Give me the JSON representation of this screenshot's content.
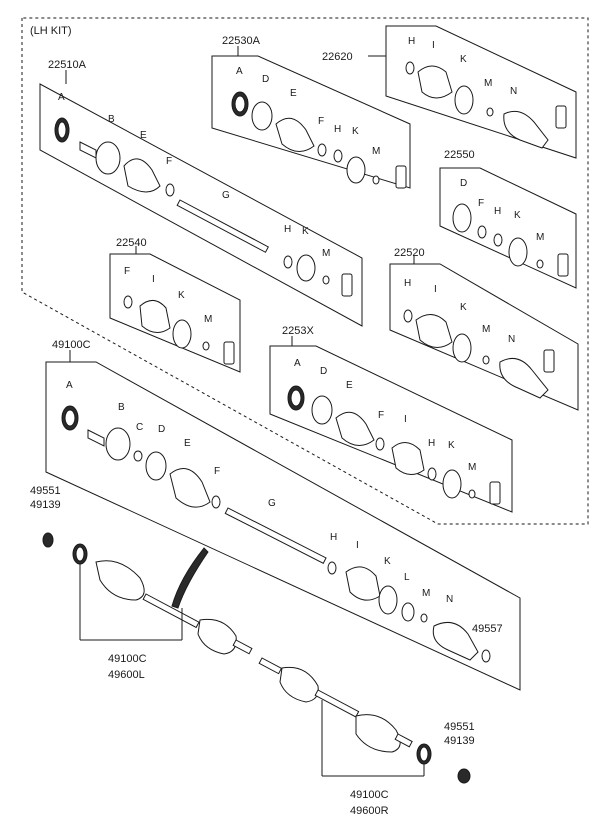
{
  "lh_kit": "(LH KIT)",
  "kits": {
    "k22510A": {
      "id": "22510A",
      "parts": [
        "A",
        "B",
        "E",
        "F",
        "G",
        "H",
        "K",
        "M"
      ]
    },
    "k22530A": {
      "id": "22530A",
      "parts": [
        "A",
        "D",
        "E",
        "F",
        "H",
        "K",
        "M"
      ]
    },
    "k22620": {
      "id": "22620",
      "parts": [
        "H",
        "I",
        "K",
        "M",
        "N"
      ]
    },
    "k22550": {
      "id": "22550",
      "parts": [
        "D",
        "F",
        "H",
        "K",
        "M"
      ]
    },
    "k22540": {
      "id": "22540",
      "parts": [
        "F",
        "I",
        "K",
        "M"
      ]
    },
    "k22520": {
      "id": "22520",
      "parts": [
        "H",
        "I",
        "K",
        "M",
        "N"
      ]
    },
    "k2253X": {
      "id": "2253X",
      "parts": [
        "A",
        "D",
        "E",
        "F",
        "I",
        "H",
        "K",
        "M"
      ]
    },
    "k49100C": {
      "id": "49100C",
      "parts": [
        "A",
        "B",
        "C",
        "D",
        "E",
        "F",
        "G",
        "H",
        "I",
        "K",
        "L",
        "M",
        "N"
      ]
    }
  },
  "callouts": {
    "nut_left_1": "49551",
    "nut_left_2": "49139",
    "ring_right": "49557",
    "left_shaft_1": "49100C",
    "left_shaft_2": "49600L",
    "nut_right_1": "49551",
    "nut_right_2": "49139",
    "right_shaft_1": "49100C",
    "right_shaft_2": "49600R"
  }
}
